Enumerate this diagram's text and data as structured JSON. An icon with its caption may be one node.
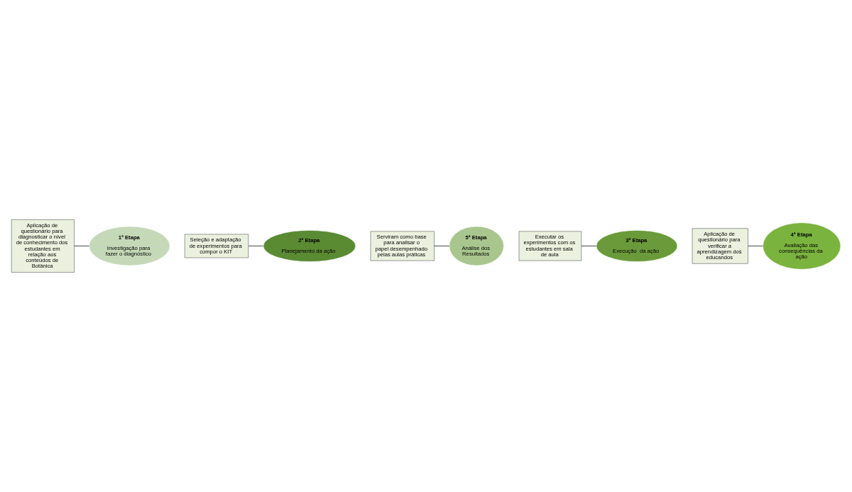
{
  "diagram": {
    "nodes": [
      {
        "text": [
          "Aplicação de questionário para diagnosticar o nível de conhecimento dos estudantes em relação aos conteúdos de Botânica"
        ]
      },
      {
        "text": [
          "1ª Etapa",
          "Investigação para fazer o diagnóstico"
        ]
      },
      {
        "text": [
          "2ª Etapa",
          "Planejamento da ação"
        ]
      },
      {
        "text": [
          "Seleção e adaptação de experimentos para compor o KIT"
        ]
      },
      {
        "text": [
          "5ª Etapa",
          "Análise dos Resultados"
        ]
      },
      {
        "text": [
          "3ª Etapa",
          "Execução  da ação"
        ]
      },
      {
        "text": [
          "Executar os experimentos com os estudantes em sala de aula"
        ]
      },
      {
        "text": [
          "Serviram como base para analisar o papel desempenhado pelas aulas práticas"
        ]
      },
      {
        "text": [
          "4ª Etapa",
          "Avaliação das consequências da ação"
        ]
      },
      {
        "text": [
          "Aplicação de questionário para verificar a aprendizagem dos educandos"
        ]
      }
    ],
    "edges": [
      {
        "from": 0,
        "to": 1,
        "arrow": "none"
      },
      {
        "from": 3,
        "to": 2,
        "arrow": "none"
      },
      {
        "from": 6,
        "to": 5,
        "arrow": "none"
      },
      {
        "from": 7,
        "to": 4,
        "arrow": "none"
      },
      {
        "from": 9,
        "to": 8,
        "arrow": "none"
      }
    ]
  }
}
